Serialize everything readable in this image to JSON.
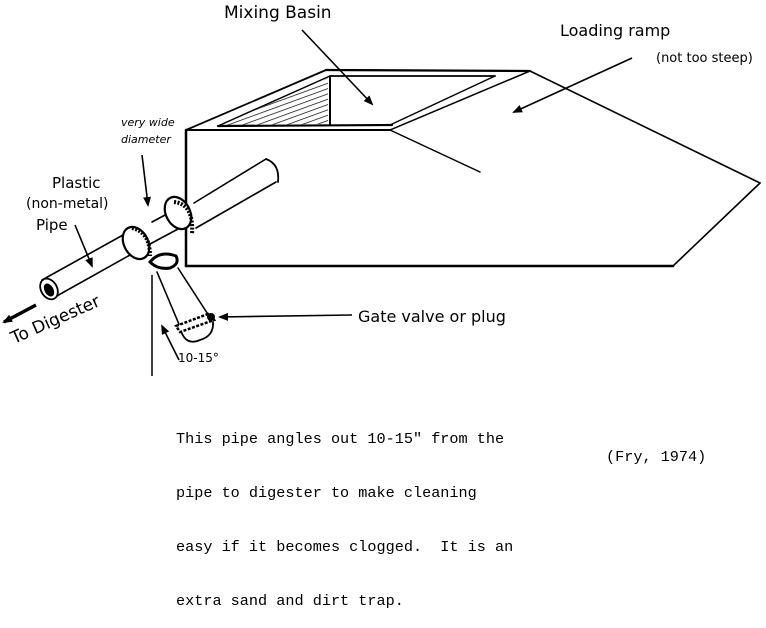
{
  "title": "Mixing basin with loading ramp and angled trap pipe",
  "labels": {
    "mixing_basin": "Mixing Basin",
    "loading_ramp": "Loading ramp",
    "loading_ramp_note": "(not too steep)",
    "very_wide": "very wide",
    "diameter": "diameter",
    "plastic": "Plastic",
    "non_metal": "(non-metal)",
    "pipe": "Pipe",
    "to_digester": "To Digester",
    "gate_valve": "Gate valve or plug",
    "angle": "10-15°"
  },
  "caption": {
    "lines": [
      "This pipe angles out 10-15\" from the",
      "pipe to digester to make cleaning",
      "easy if it becomes clogged.  It is an",
      "extra sand and dirt trap."
    ],
    "citation": "(Fry, 1974)"
  },
  "colors": {
    "ink": "#000000",
    "paper": "#ffffff"
  }
}
